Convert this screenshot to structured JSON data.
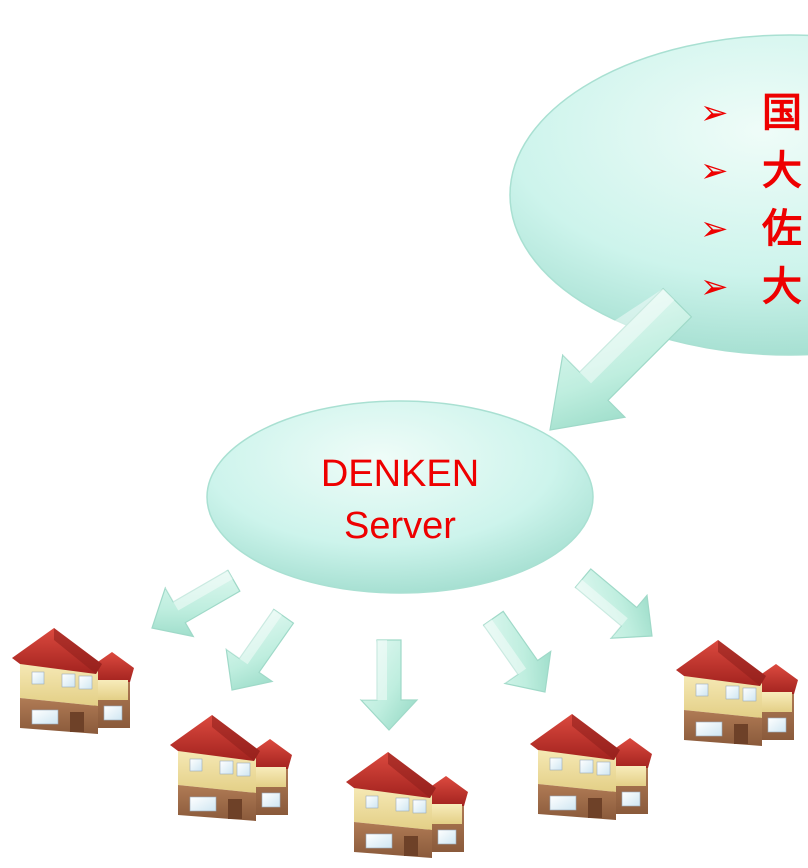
{
  "bullets": [
    {
      "marker": "➢",
      "text": "国"
    },
    {
      "marker": "➢",
      "text": "大"
    },
    {
      "marker": "➢",
      "text": "佐"
    },
    {
      "marker": "➢",
      "text": "大"
    }
  ],
  "server": {
    "line1": "DENKEN",
    "line2": "Server"
  },
  "colors": {
    "bubble_fill": "#cdf4ec",
    "bubble_edge": "#9fdccd",
    "arrow_fill": "#b8ecdc",
    "text_red": "#ee0000",
    "roof_red": "#c8302c",
    "wall_cream": "#f1e2a6",
    "wall_brown": "#9c6a48"
  }
}
